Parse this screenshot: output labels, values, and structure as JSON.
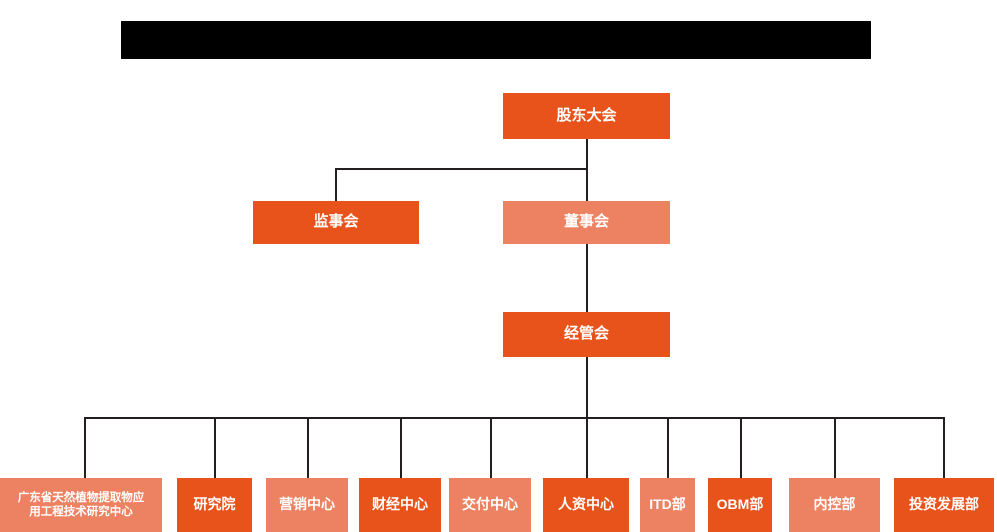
{
  "chart_type": "org-chart",
  "theme": {
    "background": "#ffffff",
    "bright_orange": "#e8531c",
    "light_orange": "#ed8262",
    "connector": "#231f20",
    "redacted_bar": "#000000",
    "node_text": "#ffffff"
  },
  "header": {
    "title_bar_label": ""
  },
  "levels": {
    "level1": {
      "shareholders": {
        "label": "股东大会",
        "tone": "bright"
      }
    },
    "level2": {
      "supervisors": {
        "label": "监事会",
        "tone": "bright"
      },
      "directors": {
        "label": "董事会",
        "tone": "light"
      }
    },
    "level3": {
      "management": {
        "label": "经管会",
        "tone": "bright"
      }
    }
  },
  "departments": [
    {
      "label": "广东省天然植物提取物应用工程技术研究中心",
      "line1": "广东省天然植物提取物应",
      "line2": "用工程技术研究中心",
      "tone": "light"
    },
    {
      "label": "研究院",
      "tone": "bright"
    },
    {
      "label": "营销中心",
      "tone": "light"
    },
    {
      "label": "财经中心",
      "tone": "bright"
    },
    {
      "label": "交付中心",
      "tone": "light"
    },
    {
      "label": "人资中心",
      "tone": "bright"
    },
    {
      "label": "ITD部",
      "tone": "light"
    },
    {
      "label": "OBM部",
      "tone": "bright"
    },
    {
      "label": "内控部",
      "tone": "light"
    },
    {
      "label": "投资发展部",
      "tone": "bright"
    }
  ]
}
